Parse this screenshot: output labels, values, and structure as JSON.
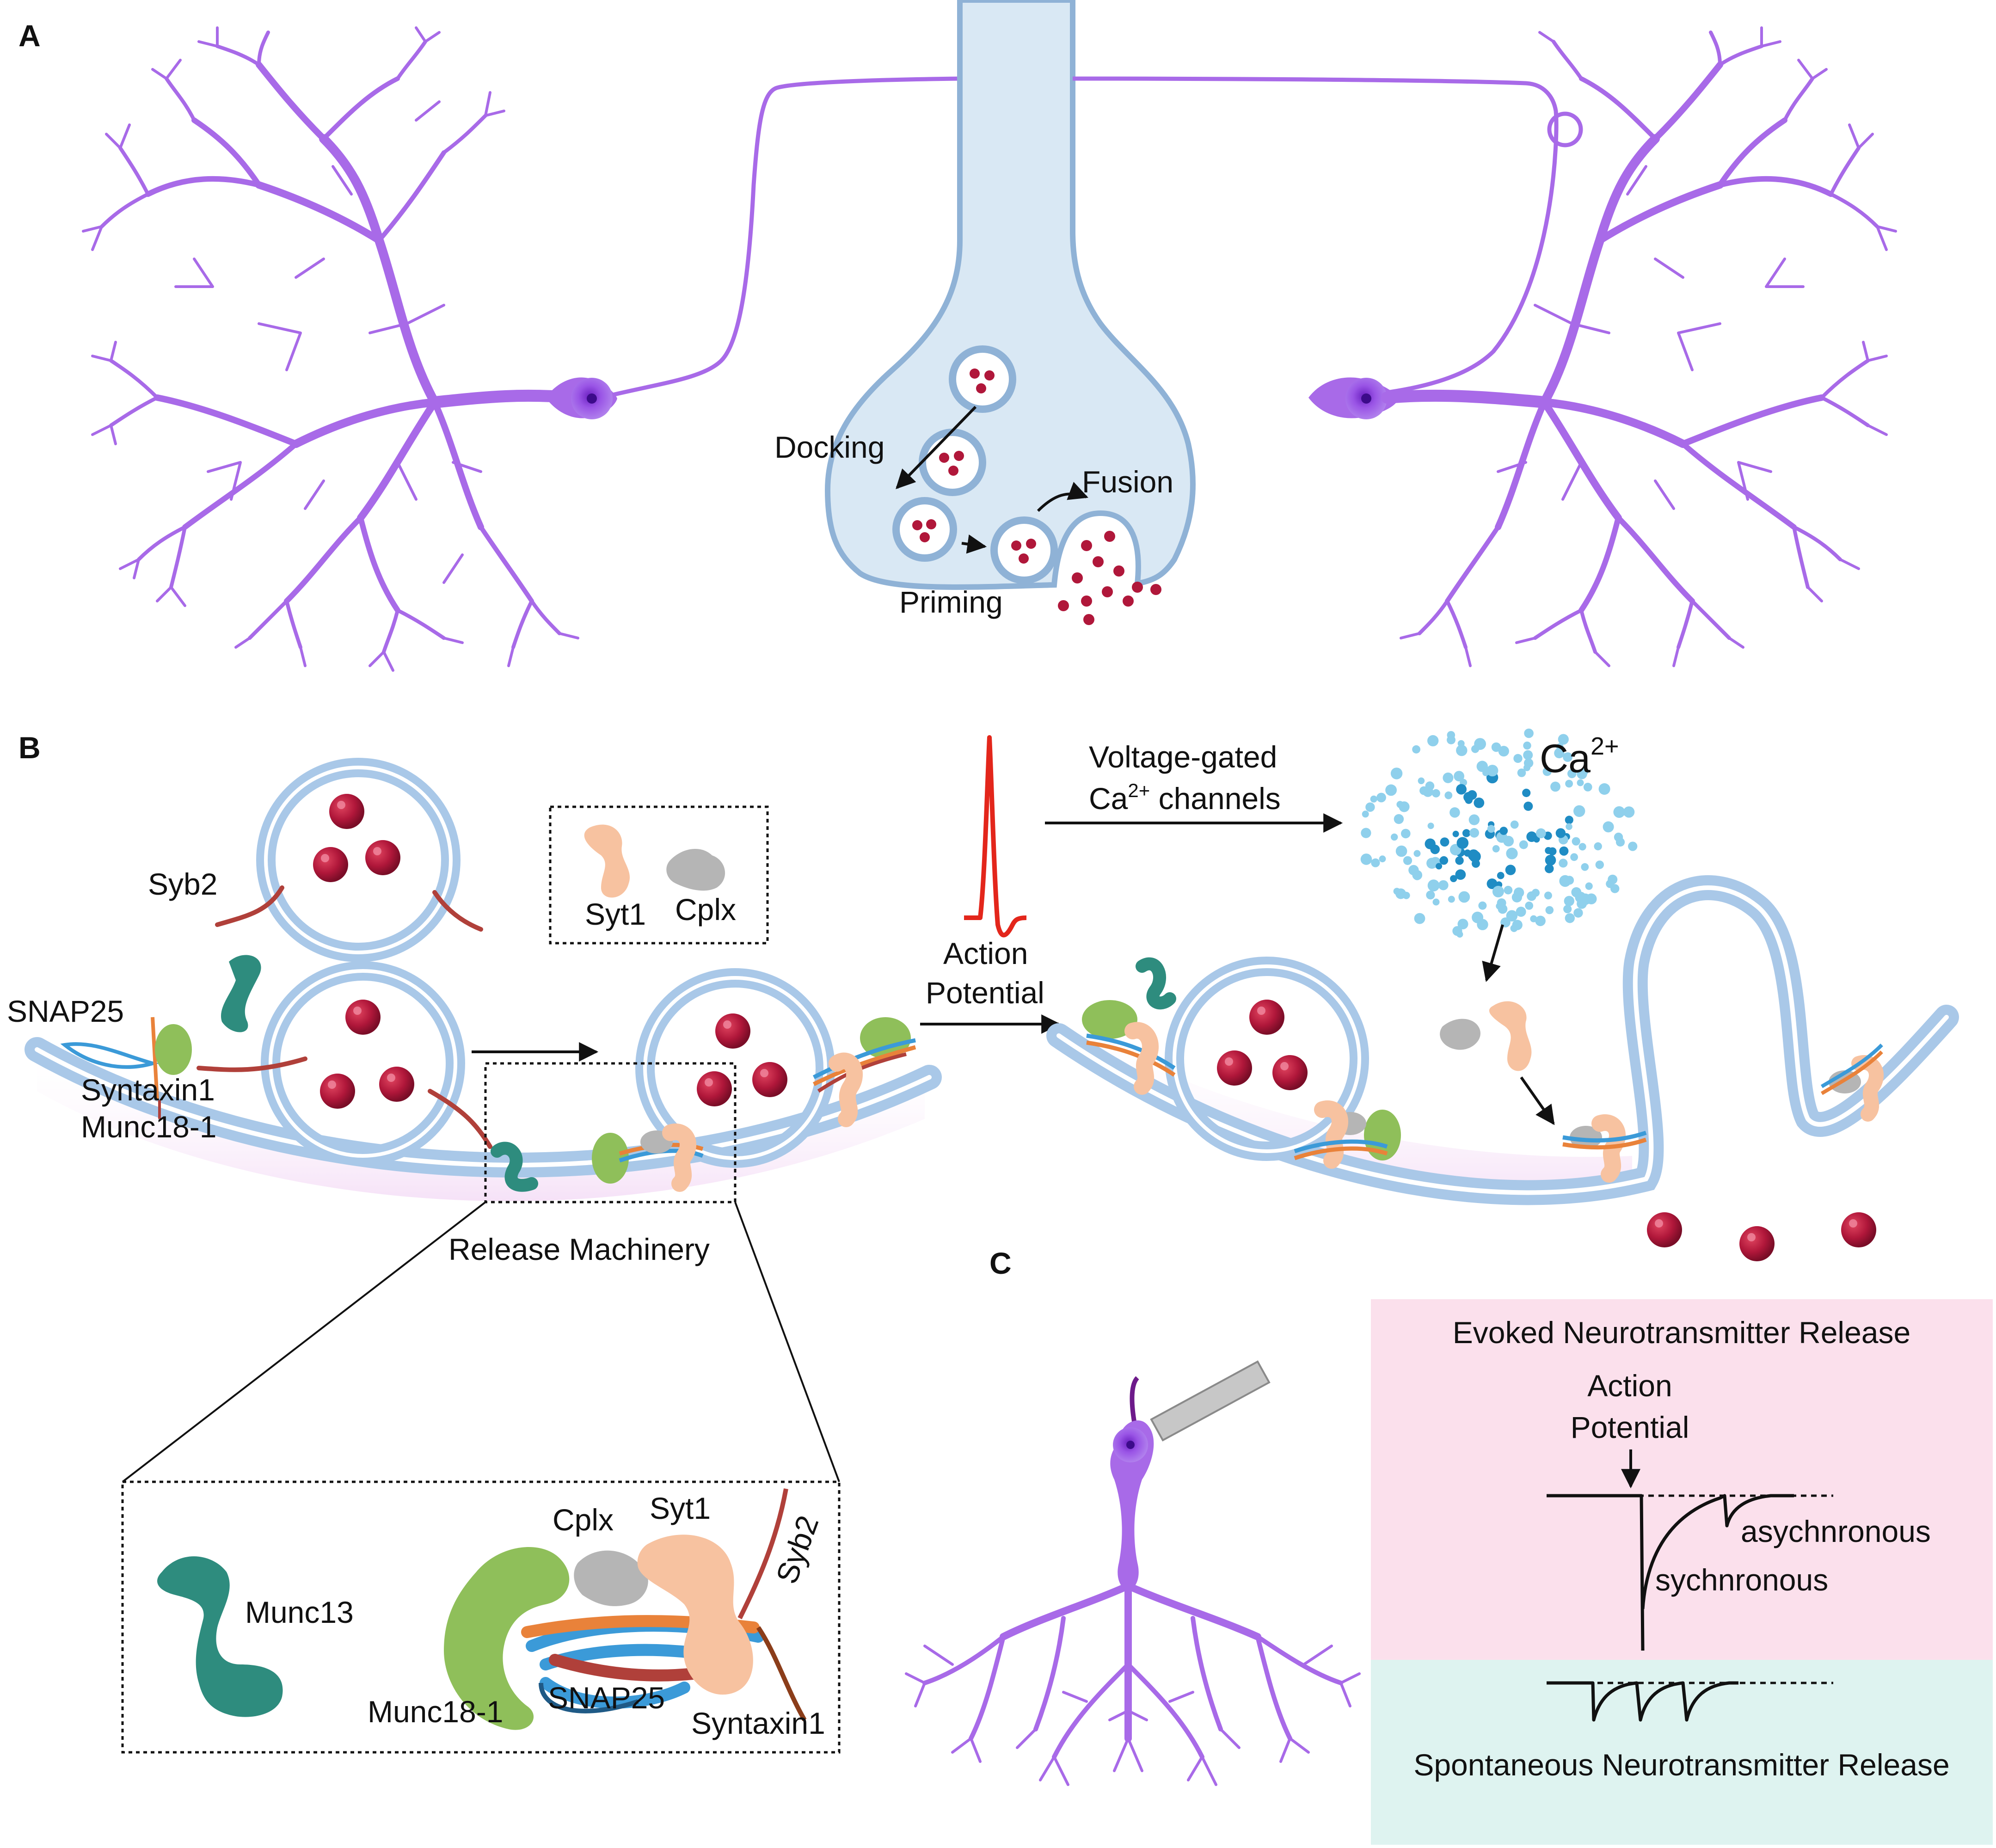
{
  "colors": {
    "neuron": "#a86ae8",
    "neuron_soma": "#8a3fd9",
    "membrane": "#a9c8e8",
    "terminal_fill": "#d9e8f4",
    "vesicle_membrane": "#a9c8e8",
    "neurotransmitter": "#b0173a",
    "munc13": "#2e8c7e",
    "munc18": "#8fbf5a",
    "syt1": "#f7c2a0",
    "cplx": "#b5b5b5",
    "snap25": "#3b9ad8",
    "syntaxin": "#e9823a",
    "syb2": "#b0403a",
    "calcium": "#3aa6d8",
    "action_potential": "#e3261b",
    "evoked_bg": "#fbe0ec",
    "spontaneous_bg": "#def3f0"
  },
  "icons": {
    "stimulating_electrode": "electrode-icon",
    "calcium_cloud": "calcium-ions-icon"
  },
  "panel_a": {
    "letter": "A",
    "labels": {
      "docking": "Docking",
      "fusion": "Fusion",
      "priming": "Priming"
    }
  },
  "panel_b": {
    "letter": "B",
    "labels": {
      "syb2": "Syb2",
      "snap25": "SNAP25",
      "syntaxin1": "Syntaxin1",
      "munc18_1": "Munc18-1",
      "syt1": "Syt1",
      "cplx": "Cplx",
      "release_machinery": "Release Machinery",
      "action_potential_line1": "Action",
      "action_potential_line2": "Potential",
      "voltage_gated_line1": "Voltage-gated",
      "voltage_gated_ca": "Ca",
      "voltage_gated_sup": "2+",
      "voltage_gated_channels": " channels",
      "calcium_base": "Ca",
      "calcium_sup": "2+"
    },
    "zoom": {
      "munc13": "Munc13",
      "cplx": "Cplx",
      "syt1": "Syt1",
      "syb2": "Syb2",
      "munc18_1": "Munc18-1",
      "snap25": "SNAP25",
      "syntaxin1": "Syntaxin1"
    }
  },
  "panel_c": {
    "letter": "C",
    "evoked_title": "Evoked Neurotransmitter Release",
    "action_potential_line1": "Action",
    "action_potential_line2": "Potential",
    "asynchronous": "asychnronous",
    "synchronous": "sychnronous",
    "spontaneous_title": "Spontaneous Neurotransmitter Release"
  }
}
